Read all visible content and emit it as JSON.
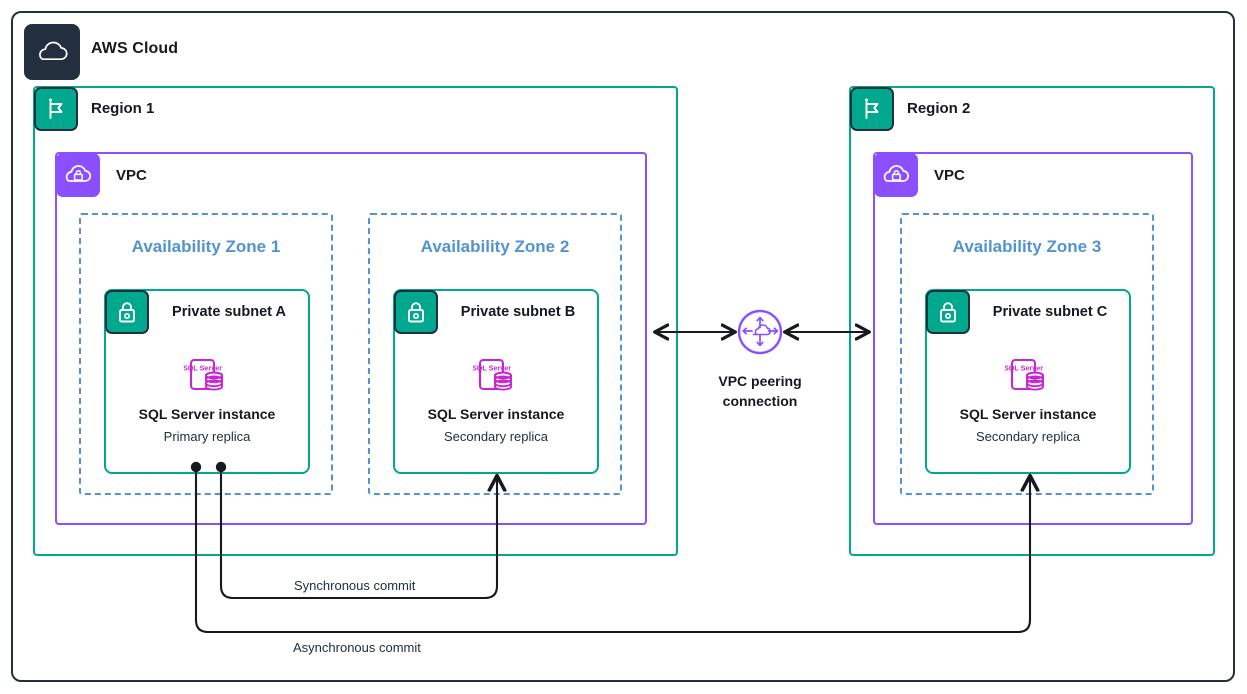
{
  "cloud": {
    "title": "AWS Cloud",
    "icon": "cloud-icon"
  },
  "regions": [
    {
      "title": "Region 1",
      "icon": "region-flag-icon"
    },
    {
      "title": "Region 2",
      "icon": "region-flag-icon"
    }
  ],
  "vpcs": [
    {
      "title": "VPC",
      "icon": "vpc-cloud-lock-icon"
    },
    {
      "title": "VPC",
      "icon": "vpc-cloud-lock-icon"
    }
  ],
  "availability_zones": [
    {
      "title": "Availability Zone 1"
    },
    {
      "title": "Availability Zone 2"
    },
    {
      "title": "Availability Zone 3"
    }
  ],
  "subnets": [
    {
      "title": "Private subnet A",
      "icon": "private-subnet-lock-icon",
      "service_icon": "sql-server-icon",
      "service_icon_label": "SQL Server",
      "instance_name": "SQL Server instance",
      "instance_role": "Primary replica"
    },
    {
      "title": "Private subnet B",
      "icon": "private-subnet-lock-icon",
      "service_icon": "sql-server-icon",
      "service_icon_label": "SQL Server",
      "instance_name": "SQL Server instance",
      "instance_role": "Secondary replica"
    },
    {
      "title": "Private subnet C",
      "icon": "private-subnet-lock-icon",
      "service_icon": "sql-server-icon",
      "service_icon_label": "SQL Server",
      "instance_name": "SQL Server instance",
      "instance_role": "Secondary replica"
    }
  ],
  "peering": {
    "icon": "vpc-peering-icon",
    "label_line1": "VPC peering",
    "label_line2": "connection"
  },
  "connections": [
    {
      "label": "Synchronous commit",
      "from": "Private subnet A",
      "to": "Private subnet B"
    },
    {
      "label": "Asynchronous commit",
      "from": "Private subnet A",
      "to": "Private subnet C"
    }
  ],
  "colors": {
    "aws_dark": "#232f3e",
    "region_teal": "#00a88e",
    "vpc_purple": "#8c4fff",
    "az_blue": "#5294cf",
    "sql_magenta": "#c925d1",
    "line_black": "#16191f"
  }
}
